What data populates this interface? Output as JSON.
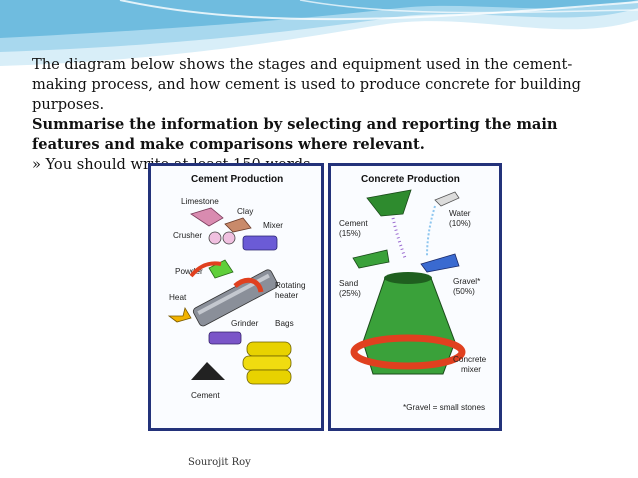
{
  "prompt": {
    "line1": "The diagram below shows the stages and equipment used in the cement-making process, and how cement is used to produce concrete for building purposes.",
    "line2": "Summarise the information by selecting and reporting the main features and make comparisons where relevant.",
    "line3": "» You should write at least 150 words."
  },
  "cement_panel": {
    "title": "Cement Production",
    "labels": {
      "limestone": "Limestone",
      "clay": "Clay",
      "crusher": "Crusher",
      "mixer": "Mixer",
      "powder": "Powder",
      "heat": "Heat",
      "rotating": "Rotating",
      "heater": "heater",
      "grinder": "Grinder",
      "bags": "Bags",
      "cement": "Cement"
    }
  },
  "concrete_panel": {
    "title": "Concrete Production",
    "labels": {
      "cement": "Cement",
      "cement_pct": "(15%)",
      "water": "Water",
      "water_pct": "(10%)",
      "sand": "Sand",
      "sand_pct": "(25%)",
      "gravel": "Gravel*",
      "gravel_pct": "(50%)",
      "concrete": "Concrete",
      "mixer": "mixer",
      "note": "*Gravel = small stones"
    }
  },
  "footer": {
    "author": "Sourojit Roy"
  },
  "colors": {
    "wave_light": "#cfe9f5",
    "wave_mid": "#7cc3e3",
    "panel_border": "#23327a",
    "arrow": "#e0401f",
    "green": "#3aa13a"
  }
}
